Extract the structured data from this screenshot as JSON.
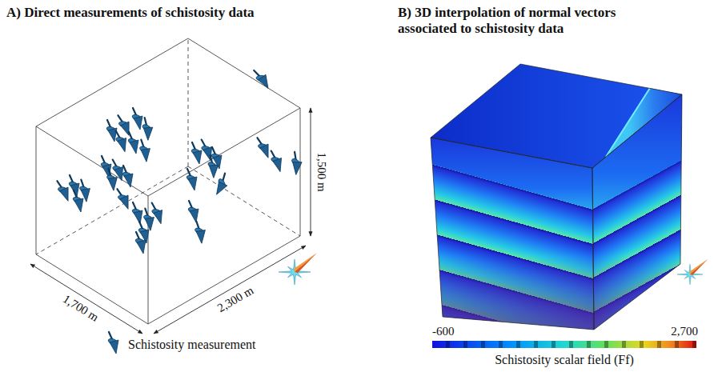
{
  "diagram": {
    "labels": [
      "A) Direct measurements of schistosity data",
      "B) 3D interpolation of normal vectors associated to schistosity data",
      "1,700 m",
      "2,300 m",
      "1,500 m",
      "-600",
      "2,700",
      "Schistosity scalar field (Ff)"
    ],
    "legend": [
      {
        "text": "Schistosity measurement"
      }
    ]
  }
}
